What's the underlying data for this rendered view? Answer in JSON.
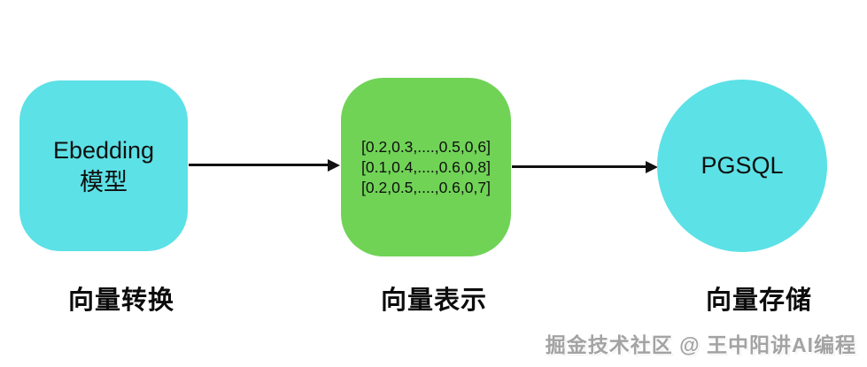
{
  "diagram": {
    "nodes": {
      "embedding": {
        "line1": "Ebedding",
        "line2": "模型",
        "label": "向量转换",
        "color": "#5ce1e6"
      },
      "vectors": {
        "rows": [
          "[0.2,0.3,....,0.5,0,6]",
          "[0.1,0.4,....,0.6,0,8]",
          "[0.2,0.5,....,0.6,0,7]"
        ],
        "label": "向量表示",
        "color": "#70d356"
      },
      "pgsql": {
        "text": "PGSQL",
        "label": "向量存储",
        "color": "#5ce1e6"
      }
    },
    "arrow_color": "#111111",
    "watermark": "掘金技术社区 @ 王中阳讲AI编程"
  }
}
